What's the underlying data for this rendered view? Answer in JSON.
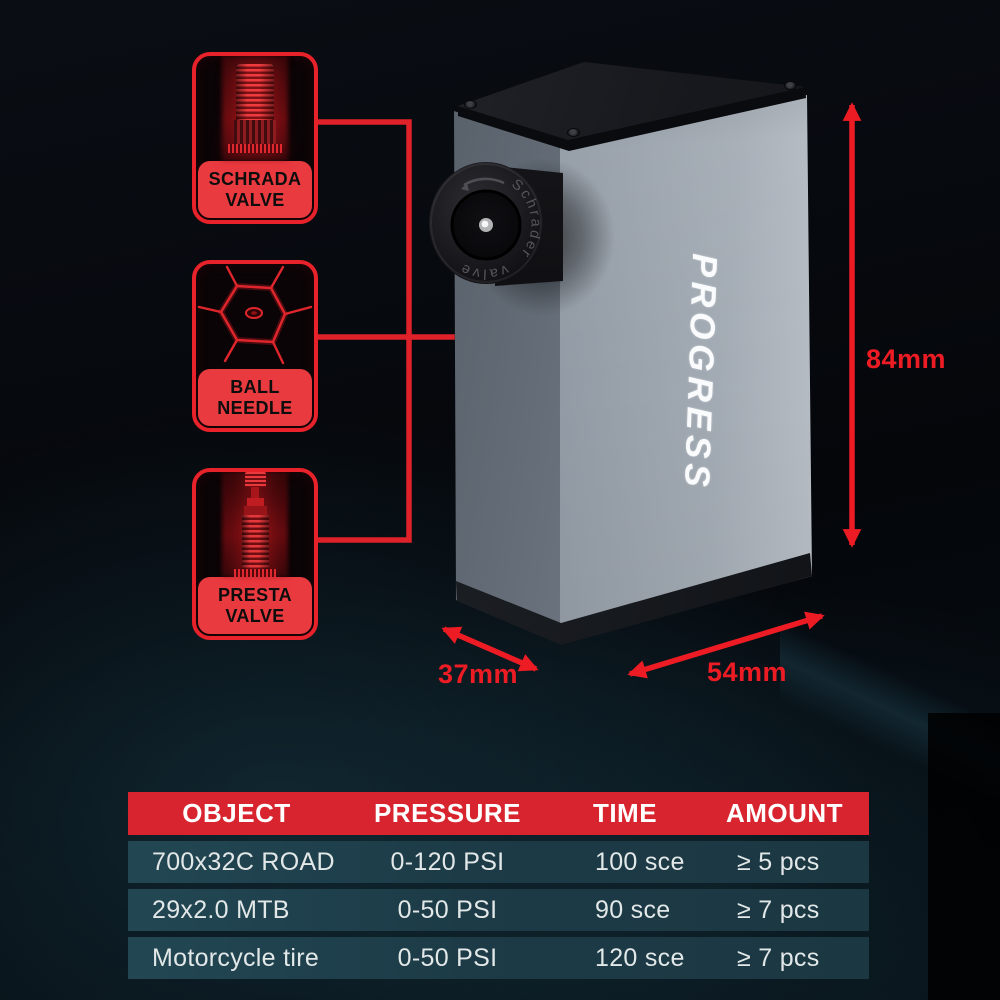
{
  "product": {
    "brand": "PROGRESS",
    "nozzle_text": "Schrader valve"
  },
  "callouts": [
    {
      "icon": "schrader-valve-icon",
      "label": "SCHRADA VALVE"
    },
    {
      "icon": "ball-needle-icon",
      "label": "BALL NEEDLE"
    },
    {
      "icon": "presta-valve-icon",
      "label": "PRESTA VALVE"
    }
  ],
  "dimensions": {
    "height": "84mm",
    "depth": "37mm",
    "width": "54mm"
  },
  "table": {
    "headers": [
      "OBJECT",
      "PRESSURE",
      "TIME",
      "AMOUNT"
    ],
    "rows": [
      [
        "700x32C ROAD",
        "0-120 PSI",
        "100 sce",
        "≥ 5 pcs"
      ],
      [
        "29x2.0 MTB",
        "0-50 PSI",
        "90 sce",
        "≥ 7 pcs"
      ],
      [
        "Motorcycle tire",
        "0-50 PSI",
        "120 sce",
        "≥ 7 pcs"
      ]
    ]
  },
  "colors": {
    "accent-red": "#e8222a",
    "callout-red": "#e93a40",
    "header-red": "#d8242e",
    "dim-red": "#ed1c24",
    "row-text": "#e2e7e7",
    "logo-white": "#fafbfc"
  }
}
